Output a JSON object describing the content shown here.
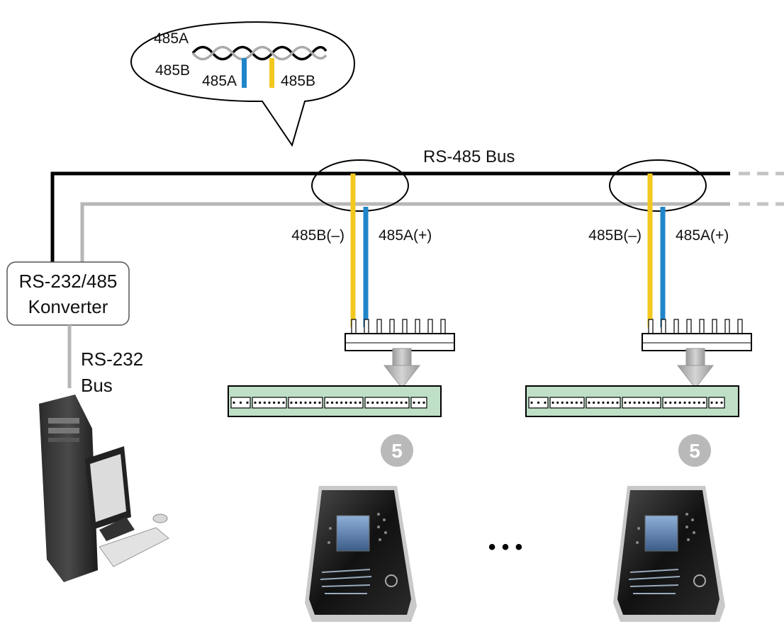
{
  "callout": {
    "label_twist_a": "485A",
    "label_twist_b": "485B",
    "label_wire_a": "485A",
    "label_wire_b": "485B"
  },
  "bus": {
    "rs485_label": "RS-485 Bus",
    "rs232_label_line1": "RS-232",
    "rs232_label_line2": "Bus"
  },
  "converter": {
    "line1": "RS-232/485",
    "line2": "Konverter"
  },
  "nodes": [
    {
      "label_b": "485B(–)",
      "label_a": "485A(+)",
      "step_number": "5"
    },
    {
      "label_b": "485B(–)",
      "label_a": "485A(+)",
      "step_number": "5"
    }
  ],
  "ellipsis": "• • •",
  "colors": {
    "wire_485b": "#f2c81e",
    "wire_485a": "#1f86c9",
    "bus_485a": "#b7b7b7",
    "bus_485b": "#000000",
    "terminal_board": "#bfe0c7",
    "step_badge": "#b9b9b9"
  }
}
